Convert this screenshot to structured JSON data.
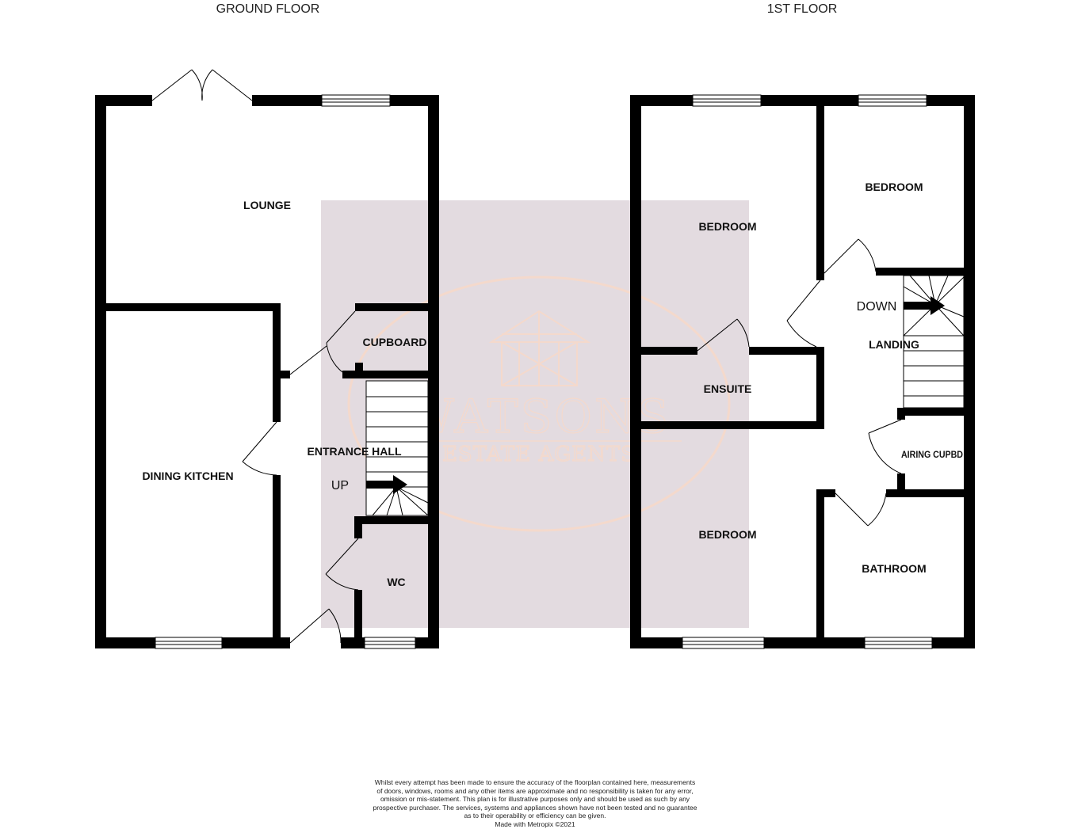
{
  "floors": {
    "ground": {
      "title": "GROUND FLOOR",
      "rooms": {
        "lounge": "LOUNGE",
        "dining_kitchen": "DINING KITCHEN",
        "entrance_hall": "ENTRANCE HALL",
        "cupboard": "CUPBOARD",
        "wc": "WC"
      },
      "stairs_label": "UP"
    },
    "first": {
      "title": "1ST FLOOR",
      "rooms": {
        "bedroom_main": "BEDROOM",
        "bedroom_rear": "BEDROOM",
        "bedroom_front": "BEDROOM",
        "ensuite": "ENSUITE",
        "landing": "LANDING",
        "airing_cupboard": "AIRING CUPBD",
        "bathroom": "BATHROOM"
      },
      "stairs_label": "DOWN"
    }
  },
  "watermark": {
    "brand": "WATSONS",
    "tagline": "ESTATE AGENTS"
  },
  "disclaimer": [
    "Whilst every attempt has been made to ensure the accuracy of the floorplan contained here, measurements",
    "of doors, windows, rooms and any other items are approximate and no responsibility is taken for any error,",
    "omission or mis-statement. This plan is for illustrative purposes only and should be used as such by any",
    "prospective purchaser. The services, systems and appliances shown have not been tested and no guarantee",
    "as to their operability or efficiency can be given.",
    "Made with Metropix ©2021"
  ],
  "colors": {
    "wall": "#000000",
    "watermark_box": "#e3dbe0",
    "watermark_line": "#f4d9cc"
  }
}
